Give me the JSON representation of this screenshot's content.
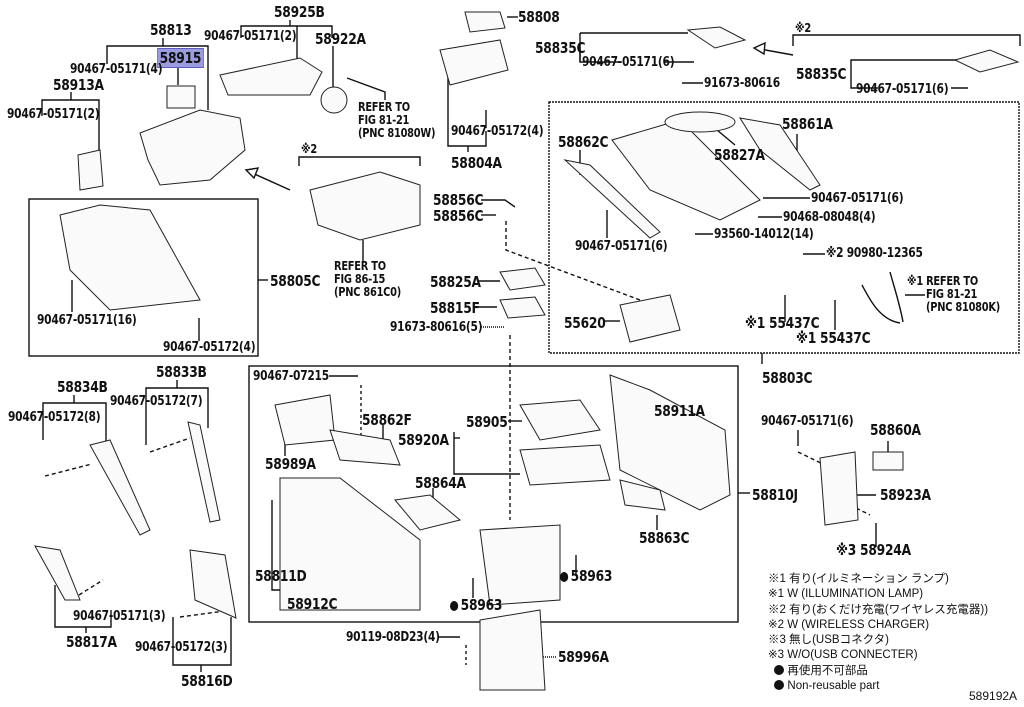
{
  "diagram": {
    "figure_id": "589192A",
    "highlighted_part": "58915",
    "labels": {
      "p58813": "58813",
      "p58915": "58915",
      "p90467_05171_4": "90467-05171(4)",
      "p58913A": "58913A",
      "p90467_05171_2a": "90467-05171(2)",
      "p58925B": "58925B",
      "p90467_05171_2b": "90467-05171(2)",
      "p58922A": "58922A",
      "ref_81080W": [
        "REFER TO",
        "FIG 81-21",
        "(PNC 81080W)"
      ],
      "p58808": "58808",
      "p90467_05172_4a": "90467-05172(4)",
      "p58804A": "58804A",
      "p58835C_a": "58835C",
      "p90467_05171_6a": "90467-05171(6)",
      "note2_top": "※2",
      "p58835C_b": "58835C",
      "p90467_05171_6b": "90467-05171(6)",
      "p91673_80616": "91673-80616",
      "p58862C": "58862C",
      "p58827A": "58827A",
      "p58861A": "58861A",
      "p90467_05171_6c": "90467-05171(6)",
      "p90468_08048": "90468-08048(4)",
      "p93560_14012": "93560-14012(14)",
      "p90467_05171_6d": "90467-05171(6)",
      "p90980_12365": "※2 90980-12365",
      "ref_81080K": [
        "※1 REFER TO",
        "FIG 81-21",
        "(PNC 81080K)"
      ],
      "p55437C_a": "※1 55437C",
      "p55437C_b": "※1 55437C",
      "p55620": "55620",
      "p58803C": "58803C",
      "note2_mid": "※2",
      "ref_861C0": [
        "REFER TO",
        "FIG 86-15",
        "(PNC 861C0)"
      ],
      "p58856C_a": "58856C",
      "p58856C_b": "58856C",
      "p58825A": "58825A",
      "p58815F": "58815F",
      "p91673_80616_5": "91673-80616(5)",
      "p58805C": "58805C",
      "p90467_05171_16": "90467-05171(16)",
      "p90467_05172_4b": "90467-05172(4)",
      "p58834B": "58834B",
      "p90467_05172_8": "90467-05172(8)",
      "p58833B": "58833B",
      "p90467_05172_7": "90467-05172(7)",
      "p90467_05171_3": "90467-05171(3)",
      "p58817A": "58817A",
      "p90467_05172_3": "90467-05172(3)",
      "p58816D": "58816D",
      "p90467_07215": "90467-07215",
      "p58862F": "58862F",
      "p58989A": "58989A",
      "p58905": "58905",
      "p58920A": "58920A",
      "p58911A": "58911A",
      "p58864A": "58864A",
      "p58863C": "58863C",
      "p58811D": "58811D",
      "p58912C": "58912C",
      "p58963_a": "58963",
      "p58963_b": "58963",
      "p58810J": "58810J",
      "p90119_08D23": "90119-08D23(4)",
      "p58996A": "58996A",
      "p90467_05171_6e": "90467-05171(6)",
      "p58860A": "58860A",
      "p58923A": "58923A",
      "p58924A": "※3 58924A"
    },
    "legend": [
      "※1  有り(イルミネーション ランプ)",
      "※1  W (ILLUMINATION LAMP)",
      "※2  有り(おくだけ充電(ワイヤレス充電器))",
      "※2  W (WIRELESS CHARGER)",
      "※3  無し(USBコネクタ)",
      "※3  W/O(USB CONNECTER)",
      "再使用不可部品",
      "Non-reusable part"
    ]
  }
}
